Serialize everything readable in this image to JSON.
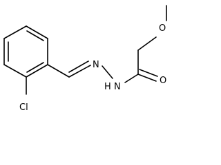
{
  "molecule": {
    "atoms": {
      "oxygen_ether": "O",
      "oxygen_carbonyl": "O",
      "nitrogen_imine": "N",
      "nitrogen_amide": "N",
      "nitrogen_amide_h": "H",
      "chlorine": "Cl"
    }
  }
}
